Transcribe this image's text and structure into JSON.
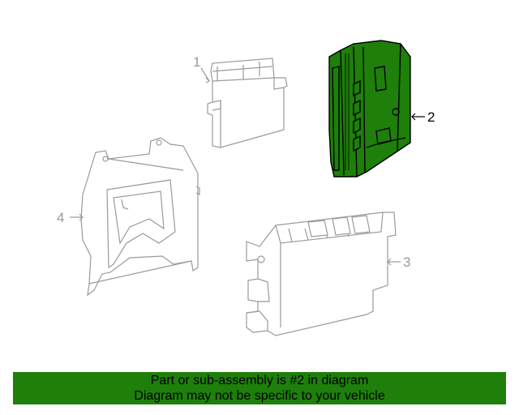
{
  "callouts": {
    "part1": "1",
    "part2": "2",
    "part3": "3",
    "part4": "4"
  },
  "banner": {
    "line1": "Part or sub-assembly is #2 in diagram",
    "line2": "Diagram may not be specific to your vehicle"
  },
  "colors": {
    "highlight": "#1e7f0a",
    "banner": "#1e7f0a",
    "outline": "#9a9a9a",
    "highlight_outline": "#000000"
  }
}
